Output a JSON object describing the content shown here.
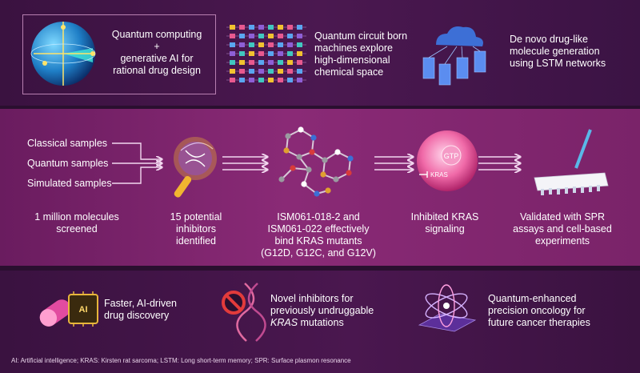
{
  "top": {
    "box1": {
      "line1": "Quantum computing",
      "line2": "+",
      "line3": "generative AI for",
      "line4": "rational drug design"
    },
    "box2": {
      "line1": "Quantum circuit born",
      "line2": "machines explore",
      "line3": "high-dimensional",
      "line4": "chemical space"
    },
    "box3": {
      "line1": "De novo drug-like",
      "line2": "molecule generation",
      "line3": "using LSTM networks"
    }
  },
  "middle": {
    "inputs": [
      "Classical samples",
      "Quantum samples",
      "Simulated samples"
    ],
    "steps": [
      {
        "lines": [
          "1 million molecules",
          "screened"
        ]
      },
      {
        "lines": [
          "15 potential",
          "inhibitors",
          "identified"
        ]
      },
      {
        "lines": [
          "ISM061-018-2 and",
          "ISM061-022 effectively",
          "bind KRAS mutants",
          "(G12D, G12C, and G12V)"
        ]
      },
      {
        "lines": [
          "Inhibited KRAS",
          "signaling"
        ]
      },
      {
        "lines": [
          "Validated with SPR",
          "assays and cell-based",
          "experiments"
        ]
      }
    ],
    "gtp_label": "GTP",
    "kras_label": "KRAS"
  },
  "bottom": {
    "item1": {
      "line1": "Faster, AI-driven",
      "line2": "drug discovery",
      "chip_label": "AI"
    },
    "item2": {
      "line1": "Novel inhibitors for",
      "line2": "previously undruggable",
      "line3a": "KRAS",
      "line3b": " mutations"
    },
    "item3": {
      "line1": "Quantum-enhanced",
      "line2": "precision oncology for",
      "line3": "future cancer therapies"
    }
  },
  "footnote": "AI: Artificial intelligence; KRAS: Kirsten rat sarcoma; LSTM: Long short-term memory; SPR: Surface plasmon resonance"
}
